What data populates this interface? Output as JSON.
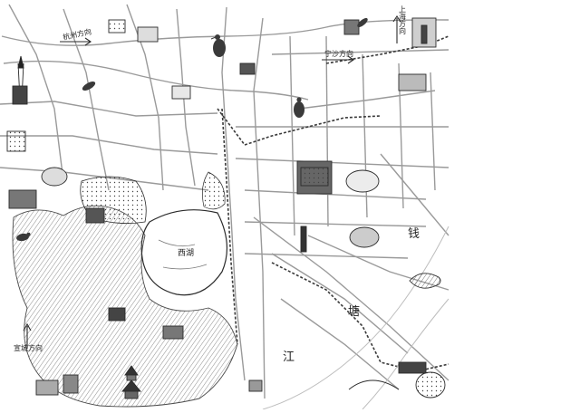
{
  "map": {
    "direction_labels": {
      "north_left": "杭州方向",
      "north_top": "上海方向",
      "northeast": "宁沙方向",
      "southwest": "宣城方向"
    },
    "water_labels": {
      "lake": "西湖",
      "river_char_1": "钱",
      "river_char_2": "塘",
      "river_char_3": "江"
    },
    "colors": {
      "ink": "#2b2b2b",
      "road": "#9a9a9a",
      "background": "#ffffff",
      "rail": "#3a3a3a"
    }
  }
}
